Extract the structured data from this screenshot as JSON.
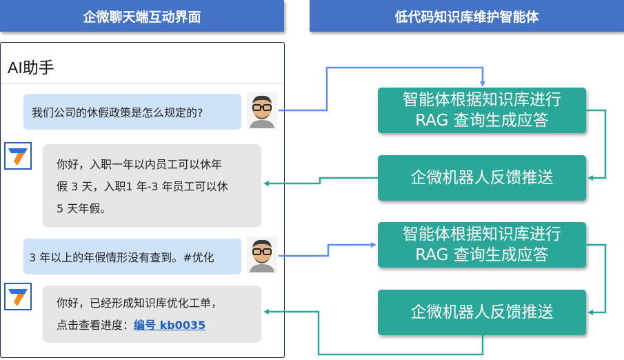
{
  "headers": {
    "left": "企微聊天端互动界面",
    "right": "低代码知识库维护智能体"
  },
  "chat": {
    "title": "AI助手",
    "messages": [
      {
        "role": "user",
        "text": "我们公司的休假政策是怎么规定的?"
      },
      {
        "role": "bot",
        "lines": [
          "你好，入职一年以内员工可以休年",
          "假 3 天，入职1 年-3 年员工可以休",
          "5 天年假。"
        ]
      },
      {
        "role": "user",
        "text": "3 年以上的年假情形没有查到。#优化"
      },
      {
        "role": "bot",
        "lines": [
          "你好，已经形成知识库优化工单，"
        ],
        "prefix": "点击查看进度：",
        "link": "编号 kb0035"
      }
    ]
  },
  "flow": {
    "box1": [
      "智能体根据知识库进行",
      "RAG 查询生成应答"
    ],
    "box2": "企微机器人反馈推送",
    "box3": [
      "智能体根据知识库进行",
      "RAG 查询生成应答"
    ],
    "box4": "企微机器人反馈推送"
  },
  "colors": {
    "header": "#4472c4",
    "box": "#2ba79a",
    "user_bubble": "#cfe3f8",
    "bot_bubble": "#e6e6e6",
    "arrow_blue": "#5b8ff9",
    "arrow_teal": "#2ba79a"
  },
  "icons": [
    "user-avatar-icon",
    "bot-logo-icon"
  ]
}
